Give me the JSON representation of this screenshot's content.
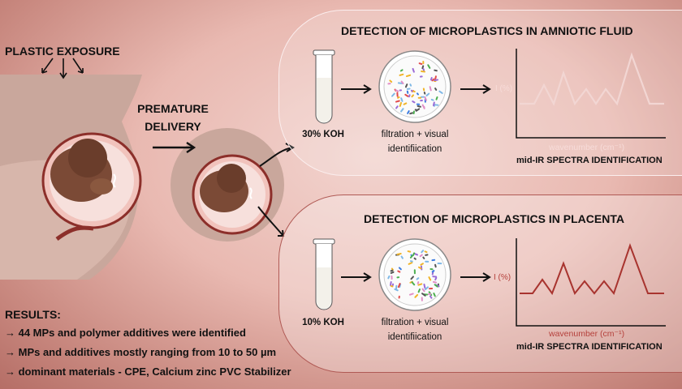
{
  "exposure_label": "PLASTIC EXPOSURE",
  "delivery_label_line1": "PREMATURE",
  "delivery_label_line2": "DELIVERY",
  "amniotic": {
    "title": "DETECTION OF MICROPLASTICS IN AMNIOTIC FLUID",
    "reagent": "30% KOH",
    "step_line1": "filtration + visual",
    "step_line2": "identifiication",
    "y_label": "I (%)",
    "x_label": "wavenumber (cm⁻¹)",
    "method": "mid-IR SPECTRA IDENTIFICATION",
    "accent": "#e8a7a4"
  },
  "placenta": {
    "title": "DETECTION OF MICROPLASTICS IN PLACENTA",
    "reagent": "10% KOH",
    "step_line1": "filtration + visual",
    "step_line2": "identifiication",
    "y_label": "I (%)",
    "x_label": "wavenumber (cm⁻¹)",
    "method": "mid-IR SPECTRA IDENTIFICATION",
    "accent": "#b5413c"
  },
  "results": {
    "heading": "RESULTS:",
    "items": [
      "→ 44 MPs and polymer additives were identified",
      "→ MPs and additives mostly ranging from 10 to 50 µm",
      "→ dominant materials - CPE, Calcium zinc PVC Stabilizer"
    ]
  }
}
